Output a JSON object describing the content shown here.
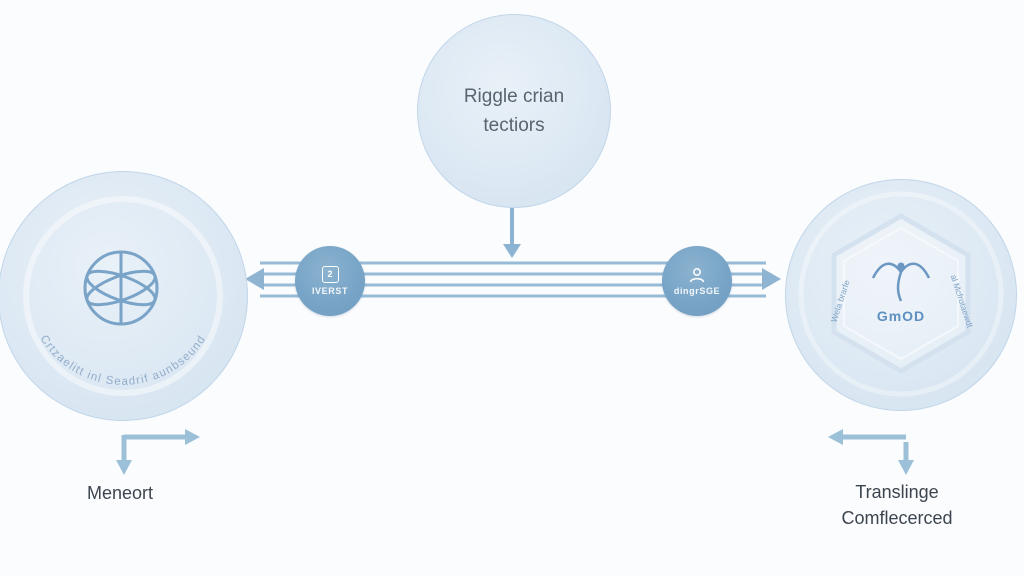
{
  "top_node": {
    "line1": "Riggle crian",
    "line2": "tectiors"
  },
  "left_node": {
    "arc_text": "Crtzaelitt inl Seadrif aunbseund",
    "icon": "globe-icon"
  },
  "left_badge": {
    "label": "IVERST",
    "icon_glyph": "2"
  },
  "right_badge": {
    "label": "dingrSGE"
  },
  "right_node": {
    "label": "GmOD",
    "arc_text_left": "Wela brarfe",
    "arc_text_right": "al Mcfrotaewdt",
    "icon": "eagle-icon"
  },
  "bottom_left": {
    "label": "Meneort"
  },
  "bottom_right": {
    "line1": "Translinge",
    "line2": "Comflecerced"
  },
  "colors": {
    "node_fill": "#dfeaf4",
    "node_border": "#c4d8ea",
    "badge_fill": "#76a3c6",
    "connector": "#94b9d6",
    "bottom_arrow": "#9cc0d8",
    "text_dark": "#3c454f",
    "accent_blue": "#5d8fc0"
  }
}
